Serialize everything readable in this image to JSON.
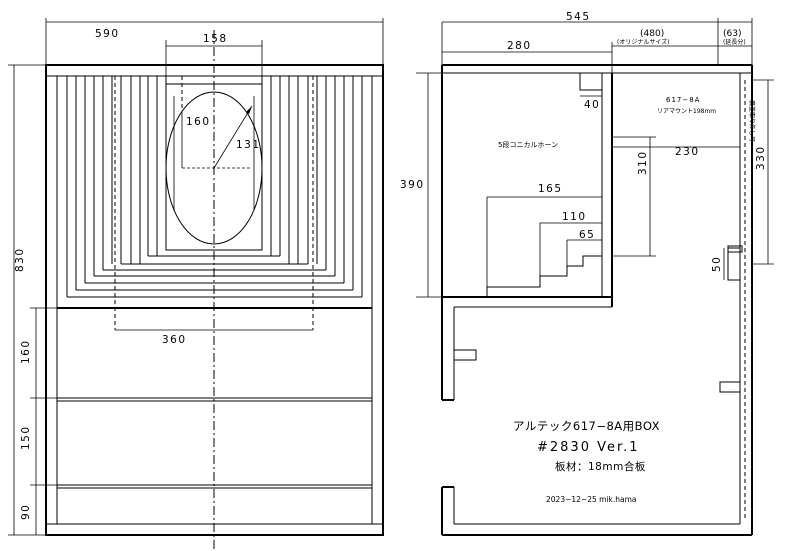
{
  "front_view": {
    "dimensions": {
      "width_total": "590",
      "opening_width": "158",
      "radius_a": "160",
      "radius_b": "131",
      "inner_width": "360",
      "height_total": "830",
      "section_1": "160",
      "section_2": "150",
      "section_3": "90"
    }
  },
  "side_view": {
    "dimensions": {
      "depth_total": "545",
      "original_depth": "(480)",
      "original_note": "(オリジナルサイズ)",
      "extension": "(63)",
      "extension_note": "(延長分)",
      "horn_depth": "280",
      "step_40": "40",
      "height_390": "390",
      "horn_165": "165",
      "horn_110": "110",
      "horn_65": "65",
      "height_310": "310",
      "depth_230": "230",
      "height_330": "330",
      "height_50": "50"
    },
    "labels": {
      "horn_label": "5段コニカルホーン",
      "driver_model": "617−8A",
      "rear_mount": "リアマウント198mm",
      "removable_panel": "裏蓋取り外し可"
    }
  },
  "title_block": {
    "title": "アルテック617−8A用BOX",
    "drawing_number": "#2830  Ver.1",
    "material": "板材：18mm合板",
    "date_author": "2023−12−25  mik.hama"
  }
}
